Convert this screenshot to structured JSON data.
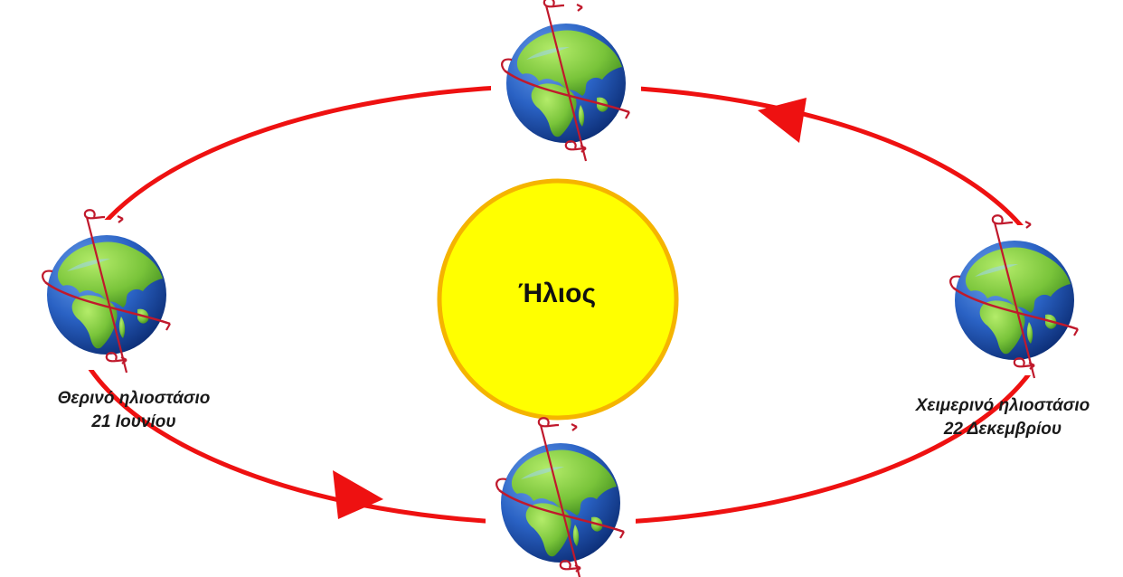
{
  "sun": {
    "label": "Ήλιος",
    "fill": "#ffff00",
    "stroke": "#f5b400"
  },
  "orbit": {
    "color": "#ee1111",
    "direction": "counterclockwise"
  },
  "earth": {
    "ocean": "#2a62c4",
    "land": "#7cc83c",
    "axis_color": "#c0192c"
  },
  "labels": {
    "summer": {
      "line1": "Θερινό ηλιοστάσιο",
      "line2": "21 Ιουνίου"
    },
    "winter": {
      "line1": "Χειμερινό ηλιοστάσιο",
      "line2": "22 Δεκεμβρίου"
    }
  }
}
